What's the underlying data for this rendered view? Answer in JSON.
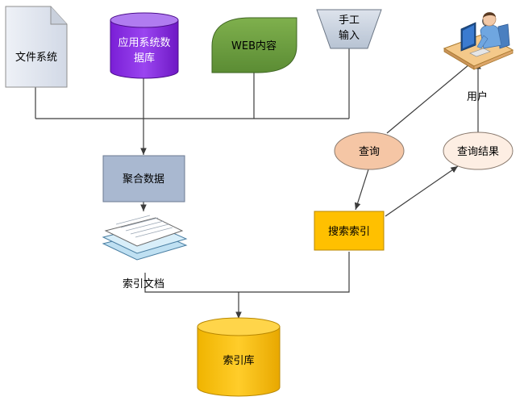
{
  "nodes": {
    "file_system": "文件系统",
    "app_db_line1": "应用系统数",
    "app_db_line2": "据库",
    "web_content": "WEB内容",
    "manual_line1": "手工",
    "manual_line2": "输入",
    "aggregate": "聚合数据",
    "index_docs": "索引文档",
    "index_store": "索引库",
    "search_index": "搜索索引",
    "query": "查询",
    "query_result": "查询结果",
    "user": "用户"
  },
  "colors": {
    "document": "#dde3ee",
    "app_db": "#8a2be2",
    "web": "#6b9e3e",
    "manual": "#c5cfdc",
    "aggregate": "#a9b8d0",
    "search_index": "#ffc000",
    "index_store": "#ffc000",
    "query": "#f5c6a5",
    "query_result": "#fdeee3"
  }
}
